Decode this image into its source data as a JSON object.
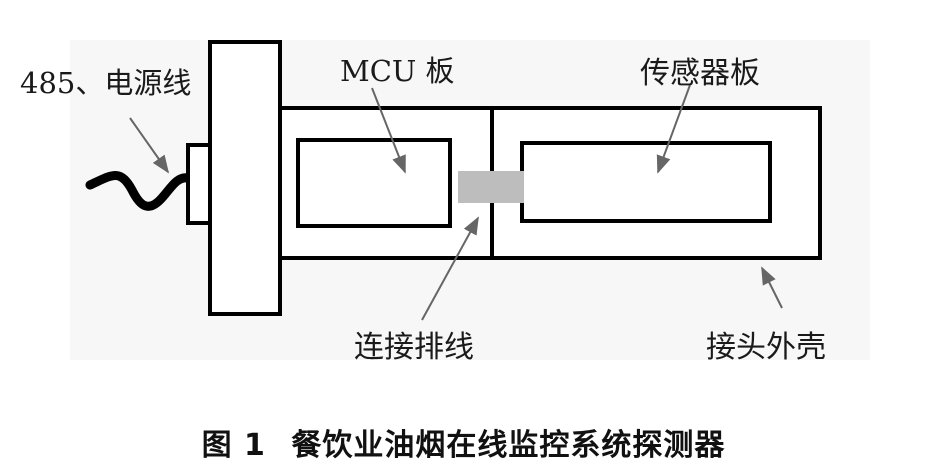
{
  "labels": {
    "cable": "485、电源线",
    "mcu_board": "MCU 板",
    "sensor_board": "传感器板",
    "ribbon": "连接排线",
    "housing": "接头外壳"
  },
  "caption": {
    "number": "图 1",
    "text": "餐饮业油烟在线监控系统探测器"
  },
  "colors": {
    "stroke": "#000000",
    "ribbon_fill": "#bdbdbd",
    "leader": "#666666",
    "background_panel": "#f3f3f3"
  }
}
